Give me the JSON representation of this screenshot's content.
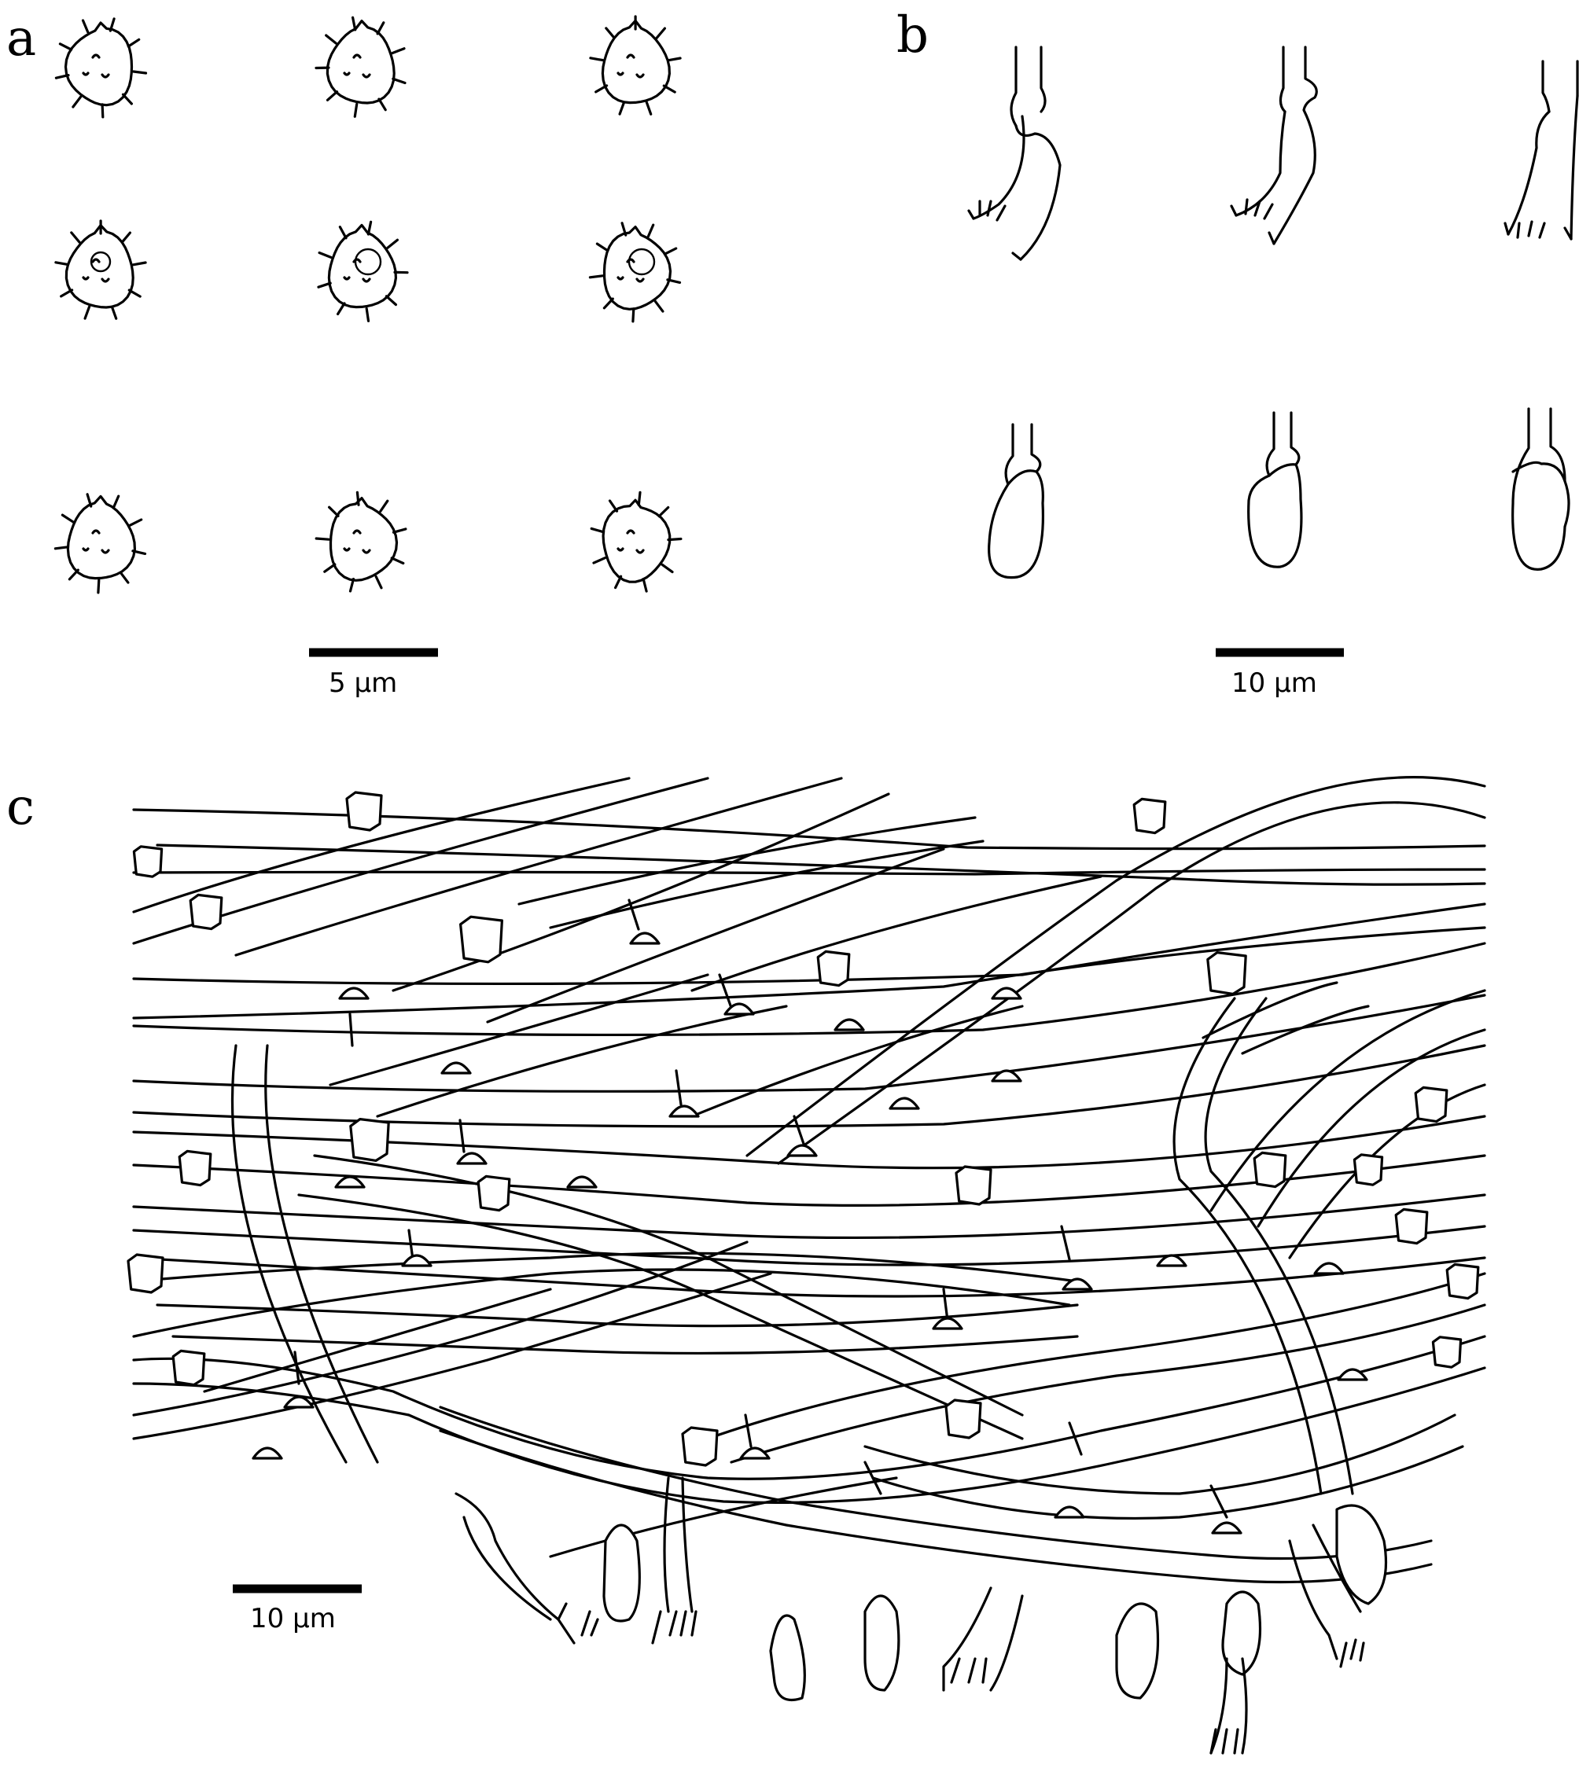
{
  "panels": {
    "a": {
      "letter": "a",
      "scale_label": "5 μm"
    },
    "b": {
      "letter": "b",
      "scale_label": "10 μm"
    },
    "c": {
      "letter": "c",
      "scale_label": "10 μm"
    }
  },
  "colors": {
    "ink": "#000000",
    "background": "#ffffff"
  }
}
